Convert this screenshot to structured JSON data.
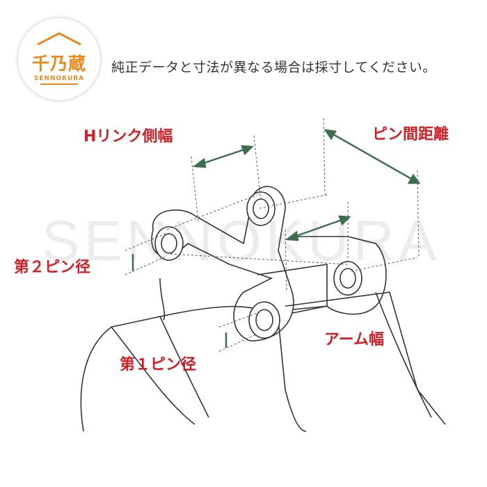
{
  "logo": {
    "kanji": "千乃蔵",
    "roman": "SENNOKURA",
    "color": "#e8891e"
  },
  "notice": "純正データと寸法が異なる場合は採寸してください。",
  "watermark": "SENNOKURA",
  "labels": {
    "h_link_width": "Hリンク側幅",
    "pin_spacing": "ピン間距離",
    "second_pin_dia": "第２ピン径",
    "first_pin_dia": "第１ピン径",
    "arm_width": "アーム幅"
  },
  "colors": {
    "label": "#d01f26",
    "dimension_arrow": "#3d6f4e",
    "drawing": "#333333"
  }
}
